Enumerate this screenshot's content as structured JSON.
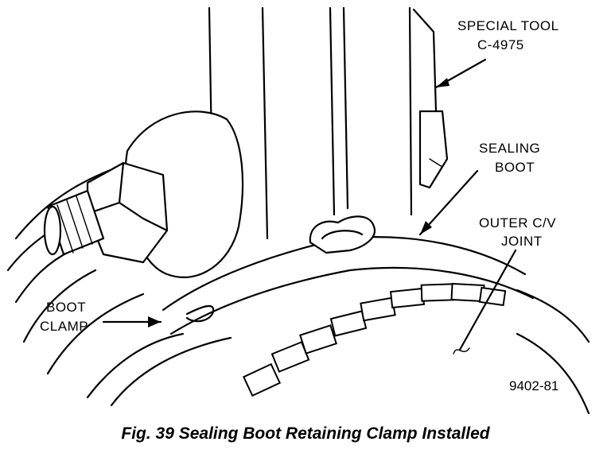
{
  "figure": {
    "caption": "Fig. 39 Sealing Boot Retaining Clamp Installed",
    "reference_number": "9402-81",
    "labels": {
      "special_tool_line1": "SPECIAL TOOL",
      "special_tool_line2": "C-4975",
      "sealing_boot_line1": "SEALING",
      "sealing_boot_line2": "BOOT",
      "outer_cv_joint_line1": "OUTER C/V",
      "outer_cv_joint_line2": "JOINT",
      "boot_clamp_line1": "BOOT",
      "boot_clamp_line2": "CLAMP"
    }
  }
}
